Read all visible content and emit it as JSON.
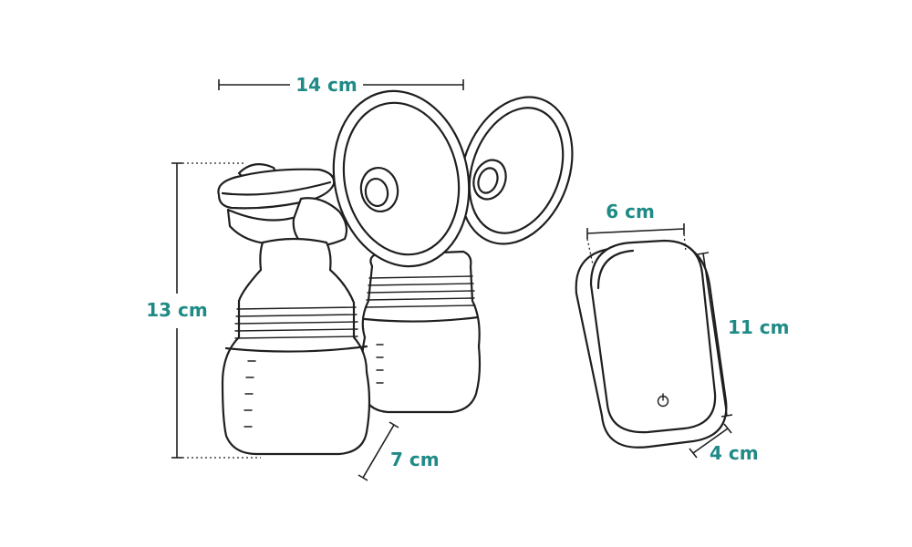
{
  "colors": {
    "label": "#1f8a86",
    "line": "#1f1f1f",
    "background": "#ffffff"
  },
  "dimensions": {
    "pump_width": "14 cm",
    "pump_height": "13 cm",
    "pump_depth": "7 cm",
    "motor_width": "6 cm",
    "motor_height": "11 cm",
    "motor_depth": "4 cm"
  },
  "icons": {
    "power_button": "power-icon"
  }
}
